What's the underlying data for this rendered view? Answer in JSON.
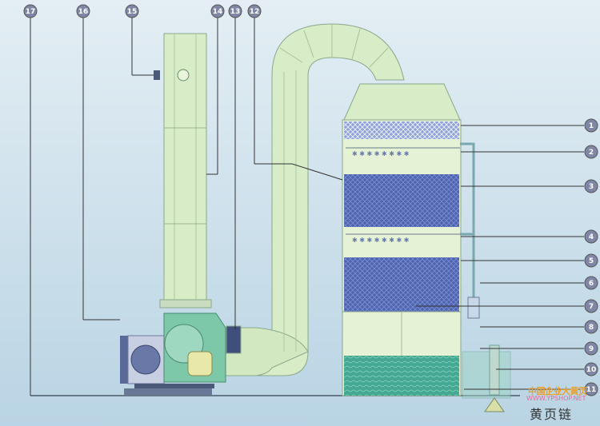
{
  "callouts_top": [
    "17",
    "16",
    "15",
    "14",
    "13",
    "12"
  ],
  "callouts_right": [
    "1",
    "2",
    "3",
    "4",
    "5",
    "6",
    "7",
    "8",
    "9",
    "10",
    "11"
  ],
  "watermark": {
    "line1": "中国企业大黄页",
    "line2": "WWW.YPSHOP.NET",
    "line3": "黄页链"
  },
  "colors": {
    "background": "#cfe2ee",
    "duct": "#d8ecc8",
    "packing": "#5a6fb8",
    "water": "#4fae98",
    "callout": "#7f86a6"
  }
}
